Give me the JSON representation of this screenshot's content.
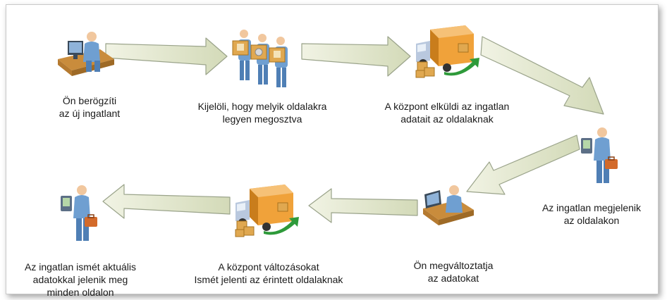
{
  "colors": {
    "arrow_fill": "#dde3c6",
    "arrow_stroke": "#9aa38a",
    "shirt": "#6f9fd1",
    "shirt_dark": "#4f7fb5",
    "skin": "#f1c79e",
    "box": "#e0a850",
    "truck_body": "#f0a23a",
    "truck_cab": "#b9c8de",
    "green_arrow": "#2e9a3a",
    "briefcase": "#d36a2a"
  },
  "steps": [
    {
      "id": "step1",
      "icon": "desk-user-icon",
      "lines": [
        "Ön berögzíti",
        "az új ingatlant"
      ]
    },
    {
      "id": "step2",
      "icon": "people-boxes-icon",
      "lines": [
        "Kijelöli, hogy melyik oldalakra",
        "legyen megosztva"
      ]
    },
    {
      "id": "step3",
      "icon": "delivery-truck-icon",
      "lines": [
        "A központ elküldi az ingatlan",
        "adatait az oldalaknak"
      ]
    },
    {
      "id": "step4",
      "icon": "user-phone-icon",
      "lines": [
        "Az ingatlan megjelenik",
        "az oldalakon"
      ]
    },
    {
      "id": "step5",
      "icon": "desk-user-icon",
      "lines": [
        "Ön megváltoztatja",
        "az adatokat"
      ]
    },
    {
      "id": "step6",
      "icon": "delivery-truck-icon",
      "lines": [
        "A központ változásokat",
        "Ismét jelenti az érintett oldalaknak"
      ]
    },
    {
      "id": "step7",
      "icon": "user-phone-icon",
      "lines": [
        "Az ingatlan ismét aktuális",
        "adatokkal jelenik meg",
        "minden oldalon"
      ]
    }
  ]
}
